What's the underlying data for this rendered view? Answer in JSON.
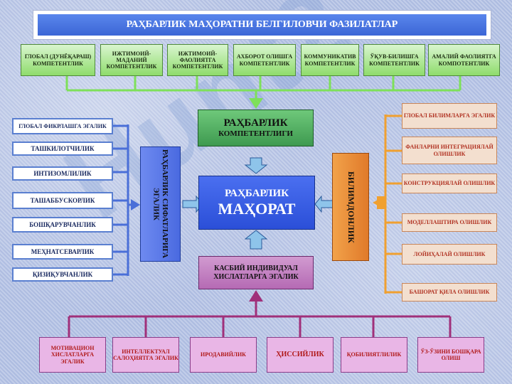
{
  "title": "РАҲБАРЛИК МАҲОРАТНИ БЕЛГИЛОВЧИ ФАЗИЛАТЛАР",
  "watermark": "Hunt2",
  "top_row": [
    "ГЛОБАЛ (ДУНЁҚАРАШ) КОМПЕТЕНТЛИК",
    "ИЖТИМОИЙ-МАДАНИЙ КОМПЕТЕНТЛИК",
    "ИЖТИМОИЙ-ФАОЛИЯТГА КОМПЕТЕНТЛИК",
    "АХБОРОТ ОЛИШГА КОМПЕТЕНТЛИК",
    "КОММУНИКАТИВ КОМПЕТЕНТЛИК",
    "ЎҚУВ-БИЛИШГА КОМПЕТЕНТЛИК",
    "АМАЛИЙ ФАОЛИЯТГА КОМПОТЕНТЛИК"
  ],
  "competence": {
    "line1": "РАҲБАРЛИК",
    "line2": "КОМПЕТЕНТЛИГИ"
  },
  "mastery": {
    "line1": "РАҲБАРЛИК",
    "line2": "МАҲОРАТ"
  },
  "left_vertical": "РАҲБАРЛИК СИФАТЛАРИГА ЭГАЛИК",
  "right_vertical": "БИЛИМДОНЛИК",
  "personal": "КАСБИЙ ИНДИВИДУАЛ ХИСЛАТЛАРГА ЭГАЛИК",
  "left_items": [
    "ГЛОБАЛ ФИКРЛАШГА ЭГАЛИК",
    "ТАШКИЛОТЧИЛИК",
    "ИНТИЗОМЛИЛИК",
    "ТАШАББУСКОРЛИК",
    "БОШҚАРУВЧАНЛИК",
    "МЕҲНАТСЕВАРЛИК",
    "ҚИЗИҚУВЧАНЛИК"
  ],
  "right_items": [
    "ГЛОБАЛ БИЛИМЛАРГА ЭГАЛИК",
    "ФАНЛАРНИ ИНТЕГРАЦИЯЛАЙ ОЛИШЛИК",
    "КОНСТРУКЦИЯЛАЙ ОЛИШЛИК",
    "МОДЕЛЛАШТИРА ОЛИШЛИК",
    "ЛОЙИҲАЛАЙ ОЛИШЛИК",
    "БАШОРАТ ҚИЛА ОЛИШЛИК"
  ],
  "bottom_items": [
    "МОТИВАЦИОН ХИСЛАТЛАРГА ЭГАЛИК",
    "ИНТЕЛЛЕКТУАЛ САЛОҲИЯТГА ЭГАЛИК",
    "ИРОДАВИЙЛИК",
    "ҲИССИЙЛИК",
    "ҚОБИЛИЯТЛИЛИК",
    "ЎЗ-ЎЗИНИ БОШҚАРА ОЛИШ"
  ],
  "colors": {
    "green_line": "#7ee05a",
    "blue_line": "#4a6fd8",
    "orange_line": "#f0a030",
    "purple_line": "#a0307a"
  }
}
